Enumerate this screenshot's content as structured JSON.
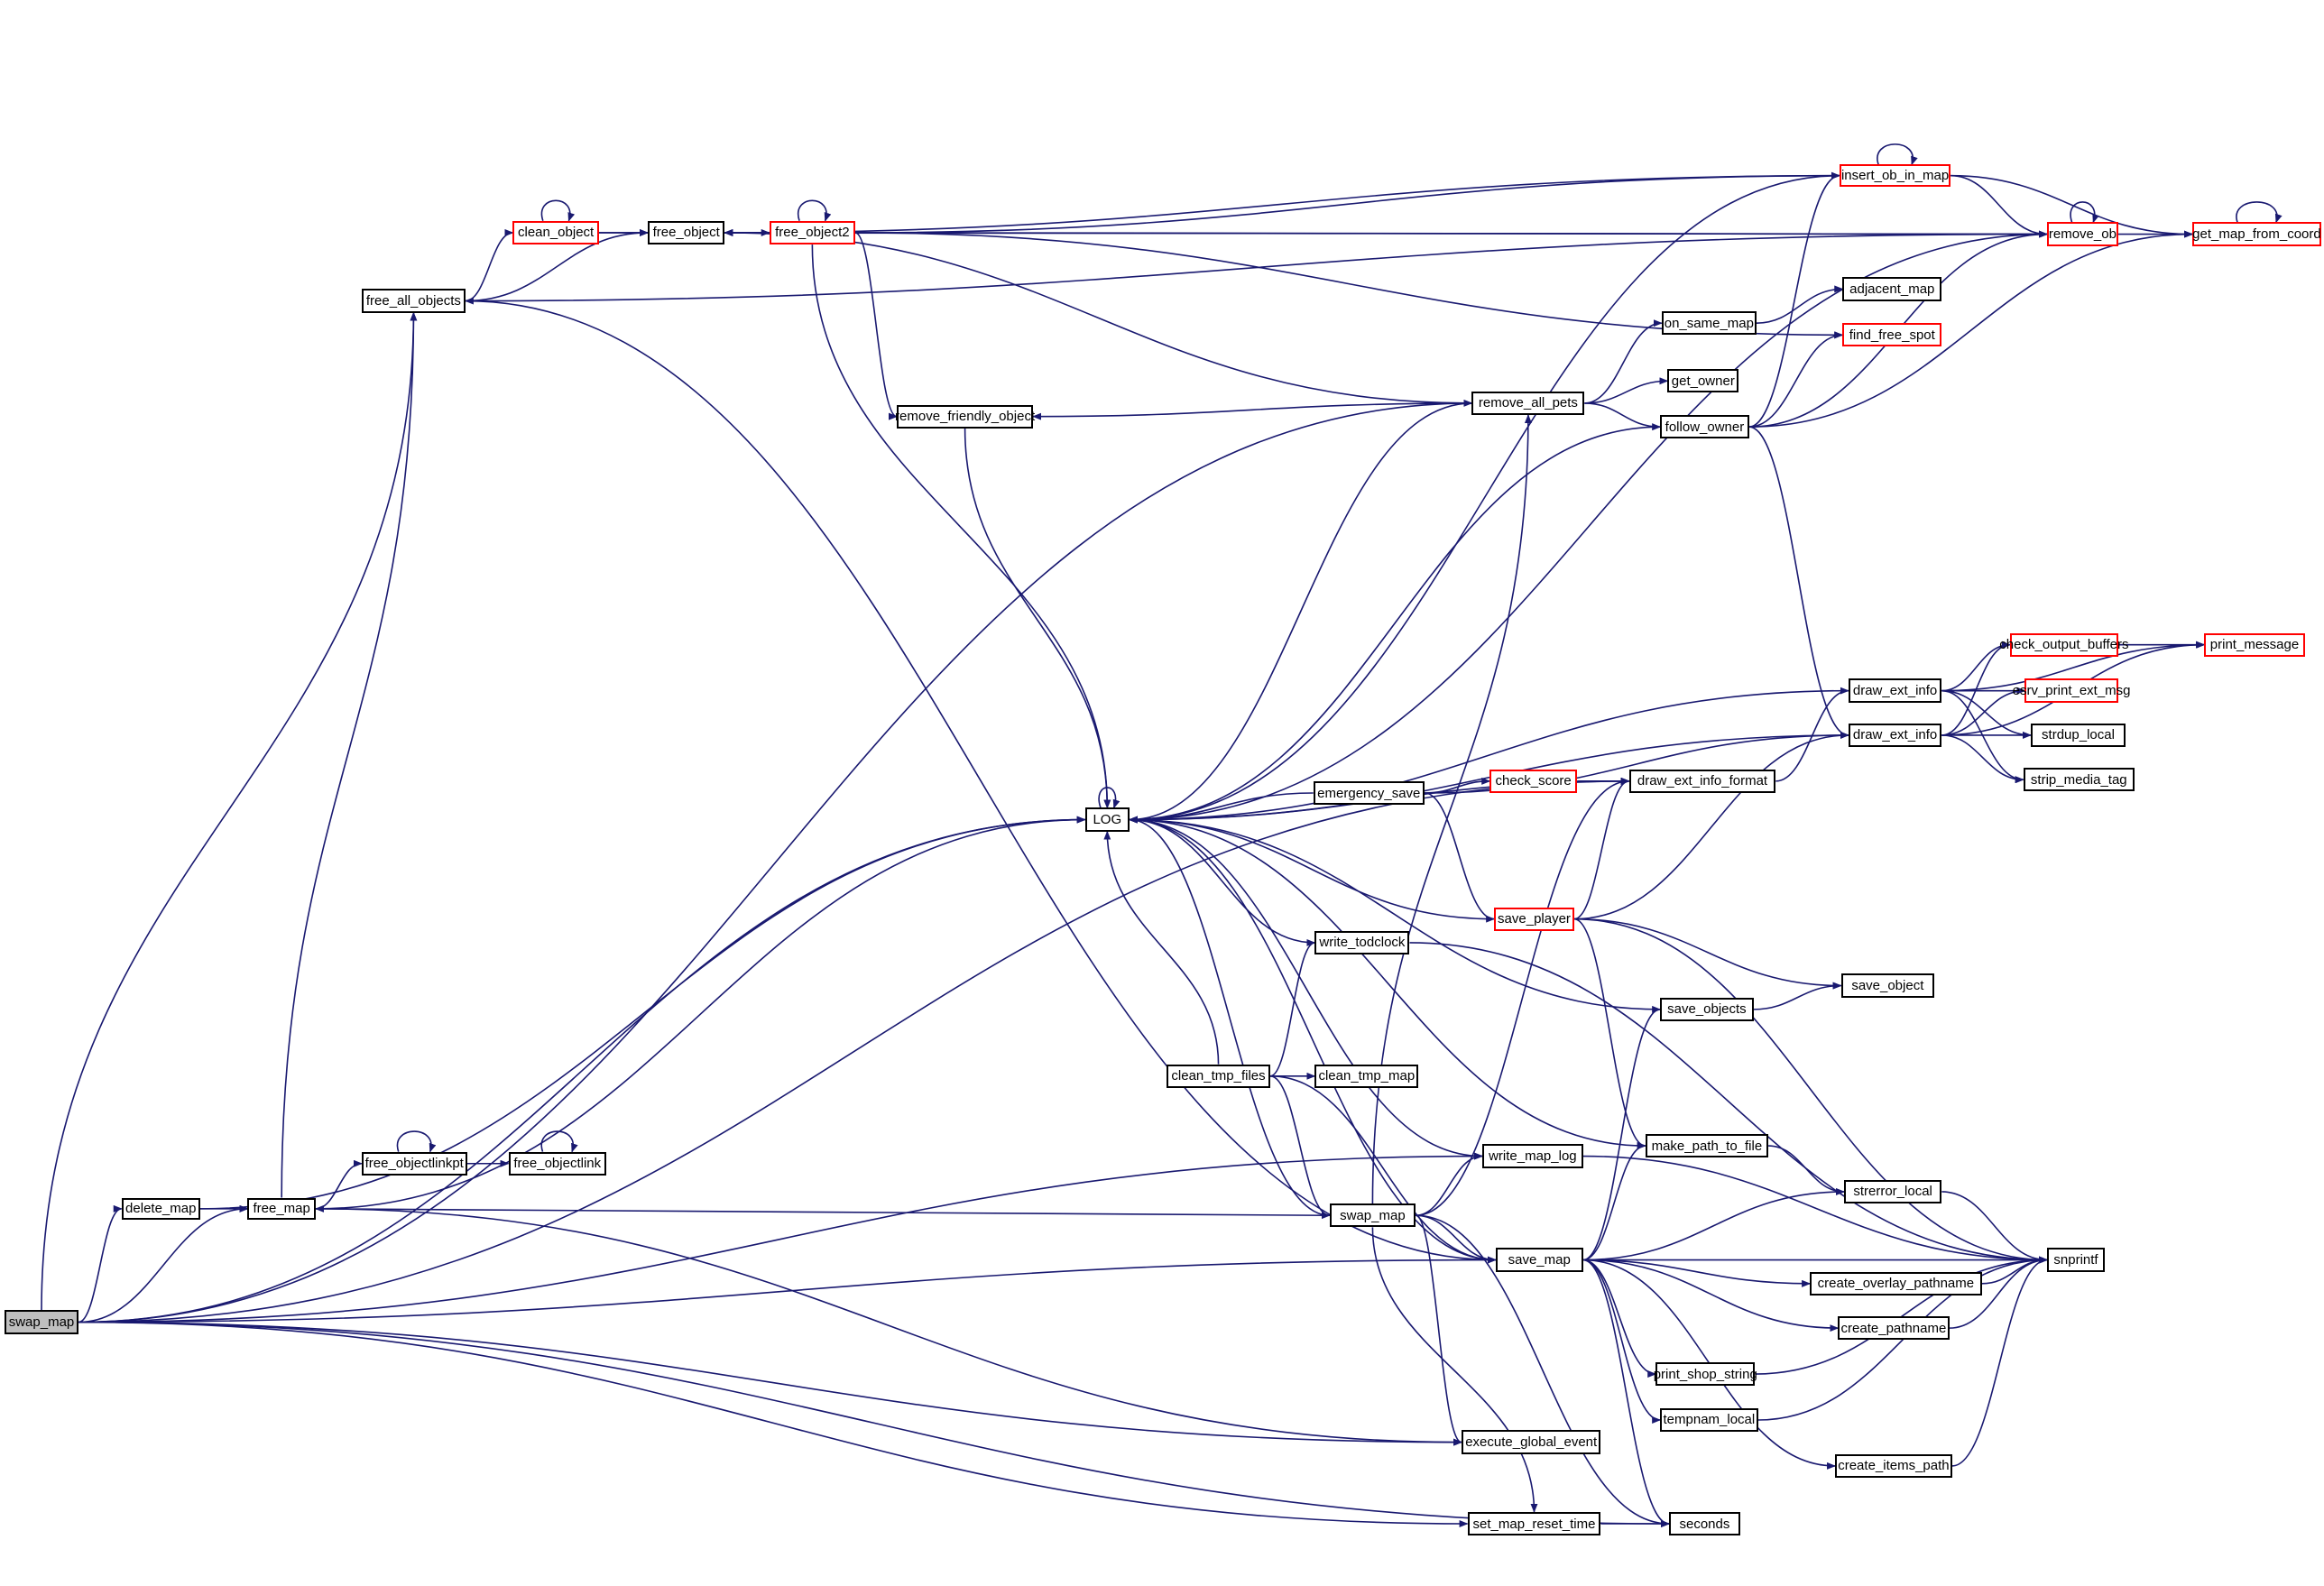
{
  "colors": {
    "edge": "#191970",
    "truncated_border": "#ff0000",
    "normal_border": "#000000",
    "root_fill": "#bfbfbf"
  },
  "nodes": [
    {
      "id": "swap_map_root",
      "label": "swap_map",
      "style": "root"
    },
    {
      "id": "delete_map",
      "label": "delete_map",
      "style": "normal"
    },
    {
      "id": "free_map",
      "label": "free_map",
      "style": "normal"
    },
    {
      "id": "free_all_objects",
      "label": "free_all_objects",
      "style": "normal"
    },
    {
      "id": "clean_object",
      "label": "clean_object",
      "style": "truncated"
    },
    {
      "id": "free_object",
      "label": "free_object",
      "style": "normal"
    },
    {
      "id": "free_object2",
      "label": "free_object2",
      "style": "truncated"
    },
    {
      "id": "remove_friendly_object",
      "label": "remove_friendly_object",
      "style": "normal"
    },
    {
      "id": "LOG",
      "label": "LOG",
      "style": "normal"
    },
    {
      "id": "free_objectlinkpt",
      "label": "free_objectlinkpt",
      "style": "normal"
    },
    {
      "id": "free_objectlink",
      "label": "free_objectlink",
      "style": "normal"
    },
    {
      "id": "insert_ob_in_map",
      "label": "insert_ob_in_map",
      "style": "truncated"
    },
    {
      "id": "remove_ob",
      "label": "remove_ob",
      "style": "truncated"
    },
    {
      "id": "get_map_from_coord",
      "label": "get_map_from_coord",
      "style": "truncated"
    },
    {
      "id": "adjacent_map",
      "label": "adjacent_map",
      "style": "normal"
    },
    {
      "id": "find_free_spot",
      "label": "find_free_spot",
      "style": "truncated"
    },
    {
      "id": "on_same_map",
      "label": "on_same_map",
      "style": "normal"
    },
    {
      "id": "get_owner",
      "label": "get_owner",
      "style": "normal"
    },
    {
      "id": "remove_all_pets",
      "label": "remove_all_pets",
      "style": "normal"
    },
    {
      "id": "follow_owner",
      "label": "follow_owner",
      "style": "normal"
    },
    {
      "id": "draw_ext_info_a",
      "label": "draw_ext_info",
      "style": "normal"
    },
    {
      "id": "draw_ext_info_b",
      "label": "draw_ext_info",
      "style": "normal"
    },
    {
      "id": "check_output_buffers",
      "label": "check_output_buffers",
      "style": "truncated"
    },
    {
      "id": "print_message",
      "label": "print_message",
      "style": "truncated"
    },
    {
      "id": "esrv_print_ext_msg",
      "label": "esrv_print_ext_msg",
      "style": "truncated"
    },
    {
      "id": "strdup_local",
      "label": "strdup_local",
      "style": "normal"
    },
    {
      "id": "strip_media_tag",
      "label": "strip_media_tag",
      "style": "normal"
    },
    {
      "id": "emergency_save",
      "label": "emergency_save",
      "style": "normal"
    },
    {
      "id": "check_score",
      "label": "check_score",
      "style": "truncated"
    },
    {
      "id": "draw_ext_info_format",
      "label": "draw_ext_info_format",
      "style": "normal"
    },
    {
      "id": "save_player",
      "label": "save_player",
      "style": "truncated"
    },
    {
      "id": "write_todclock",
      "label": "write_todclock",
      "style": "normal"
    },
    {
      "id": "save_object",
      "label": "save_object",
      "style": "normal"
    },
    {
      "id": "save_objects",
      "label": "save_objects",
      "style": "normal"
    },
    {
      "id": "clean_tmp_files",
      "label": "clean_tmp_files",
      "style": "normal"
    },
    {
      "id": "clean_tmp_map",
      "label": "clean_tmp_map",
      "style": "normal"
    },
    {
      "id": "write_map_log",
      "label": "write_map_log",
      "style": "normal"
    },
    {
      "id": "make_path_to_file",
      "label": "make_path_to_file",
      "style": "normal"
    },
    {
      "id": "strerror_local",
      "label": "strerror_local",
      "style": "normal"
    },
    {
      "id": "swap_map",
      "label": "swap_map",
      "style": "normal"
    },
    {
      "id": "save_map",
      "label": "save_map",
      "style": "normal"
    },
    {
      "id": "snprintf",
      "label": "snprintf",
      "style": "normal"
    },
    {
      "id": "create_overlay_pathname",
      "label": "create_overlay_pathname",
      "style": "normal"
    },
    {
      "id": "create_pathname",
      "label": "create_pathname",
      "style": "normal"
    },
    {
      "id": "print_shop_string",
      "label": "print_shop_string",
      "style": "normal"
    },
    {
      "id": "tempnam_local",
      "label": "tempnam_local",
      "style": "normal"
    },
    {
      "id": "create_items_path",
      "label": "create_items_path",
      "style": "normal"
    },
    {
      "id": "execute_global_event",
      "label": "execute_global_event",
      "style": "normal"
    },
    {
      "id": "set_map_reset_time",
      "label": "set_map_reset_time",
      "style": "normal"
    },
    {
      "id": "seconds",
      "label": "seconds",
      "style": "normal"
    }
  ],
  "edges": [
    [
      "swap_map_root",
      "delete_map"
    ],
    [
      "swap_map_root",
      "free_map"
    ],
    [
      "swap_map_root",
      "LOG"
    ],
    [
      "swap_map_root",
      "free_all_objects"
    ],
    [
      "swap_map_root",
      "remove_all_pets"
    ],
    [
      "swap_map_root",
      "draw_ext_info_format"
    ],
    [
      "swap_map_root",
      "write_map_log"
    ],
    [
      "swap_map_root",
      "save_map"
    ],
    [
      "swap_map_root",
      "execute_global_event"
    ],
    [
      "swap_map_root",
      "set_map_reset_time"
    ],
    [
      "swap_map_root",
      "seconds"
    ],
    [
      "delete_map",
      "free_map"
    ],
    [
      "delete_map",
      "LOG"
    ],
    [
      "free_map",
      "free_all_objects"
    ],
    [
      "free_map",
      "LOG"
    ],
    [
      "free_map",
      "free_objectlinkpt"
    ],
    [
      "free_map",
      "execute_global_event"
    ],
    [
      "free_all_objects",
      "clean_object"
    ],
    [
      "free_all_objects",
      "free_object"
    ],
    [
      "free_all_objects",
      "remove_ob"
    ],
    [
      "clean_object",
      "free_object"
    ],
    [
      "clean_object",
      "clean_object"
    ],
    [
      "clean_object",
      "remove_ob"
    ],
    [
      "free_objectlinkpt",
      "free_objectlink"
    ],
    [
      "free_objectlinkpt",
      "free_objectlinkpt"
    ],
    [
      "free_objectlink",
      "free_objectlink"
    ],
    [
      "free_object",
      "free_object2"
    ],
    [
      "free_object2",
      "free_object"
    ],
    [
      "free_object2",
      "free_object2"
    ],
    [
      "free_object2",
      "remove_friendly_object"
    ],
    [
      "free_object2",
      "LOG"
    ],
    [
      "free_object2",
      "insert_ob_in_map"
    ],
    [
      "free_object2",
      "remove_ob"
    ],
    [
      "free_object2",
      "find_free_spot"
    ],
    [
      "remove_friendly_object",
      "LOG"
    ],
    [
      "remove_all_pets",
      "remove_friendly_object"
    ],
    [
      "remove_all_pets",
      "free_object"
    ],
    [
      "remove_all_pets",
      "LOG"
    ],
    [
      "remove_all_pets",
      "on_same_map"
    ],
    [
      "remove_all_pets",
      "get_owner"
    ],
    [
      "remove_all_pets",
      "follow_owner"
    ],
    [
      "on_same_map",
      "adjacent_map"
    ],
    [
      "follow_owner",
      "insert_ob_in_map"
    ],
    [
      "follow_owner",
      "find_free_spot"
    ],
    [
      "follow_owner",
      "remove_ob"
    ],
    [
      "follow_owner",
      "get_map_from_coord"
    ],
    [
      "follow_owner",
      "draw_ext_info_b"
    ],
    [
      "follow_owner",
      "LOG"
    ],
    [
      "insert_ob_in_map",
      "insert_ob_in_map"
    ],
    [
      "insert_ob_in_map",
      "remove_ob"
    ],
    [
      "insert_ob_in_map",
      "get_map_from_coord"
    ],
    [
      "insert_ob_in_map",
      "LOG"
    ],
    [
      "insert_ob_in_map",
      "free_object"
    ],
    [
      "remove_ob",
      "remove_ob"
    ],
    [
      "remove_ob",
      "get_map_from_coord"
    ],
    [
      "remove_ob",
      "LOG"
    ],
    [
      "get_map_from_coord",
      "get_map_from_coord"
    ],
    [
      "LOG",
      "LOG"
    ],
    [
      "emergency_save",
      "LOG"
    ],
    [
      "emergency_save",
      "check_score"
    ],
    [
      "emergency_save",
      "draw_ext_info_b"
    ],
    [
      "emergency_save",
      "save_player"
    ],
    [
      "check_score",
      "draw_ext_info_format"
    ],
    [
      "draw_ext_info_format",
      "draw_ext_info_a"
    ],
    [
      "draw_ext_info_format",
      "LOG"
    ],
    [
      "draw_ext_info_a",
      "check_output_buffers"
    ],
    [
      "draw_ext_info_a",
      "esrv_print_ext_msg"
    ],
    [
      "draw_ext_info_a",
      "strdup_local"
    ],
    [
      "draw_ext_info_a",
      "strip_media_tag"
    ],
    [
      "draw_ext_info_a",
      "print_message"
    ],
    [
      "draw_ext_info_a",
      "LOG"
    ],
    [
      "draw_ext_info_b",
      "check_output_buffers"
    ],
    [
      "draw_ext_info_b",
      "esrv_print_ext_msg"
    ],
    [
      "draw_ext_info_b",
      "strdup_local"
    ],
    [
      "draw_ext_info_b",
      "strip_media_tag"
    ],
    [
      "draw_ext_info_b",
      "print_message"
    ],
    [
      "draw_ext_info_b",
      "LOG"
    ],
    [
      "check_output_buffers",
      "print_message"
    ],
    [
      "save_player",
      "LOG"
    ],
    [
      "save_player",
      "draw_ext_info_format"
    ],
    [
      "save_player",
      "draw_ext_info_b"
    ],
    [
      "save_player",
      "save_object"
    ],
    [
      "save_player",
      "make_path_to_file"
    ],
    [
      "save_player",
      "snprintf"
    ],
    [
      "write_todclock",
      "LOG"
    ],
    [
      "write_todclock",
      "snprintf"
    ],
    [
      "save_objects",
      "save_object"
    ],
    [
      "save_objects",
      "LOG"
    ],
    [
      "clean_tmp_files",
      "LOG"
    ],
    [
      "clean_tmp_files",
      "write_todclock"
    ],
    [
      "clean_tmp_files",
      "clean_tmp_map"
    ],
    [
      "clean_tmp_files",
      "swap_map"
    ],
    [
      "clean_tmp_files",
      "save_map"
    ],
    [
      "write_map_log",
      "LOG"
    ],
    [
      "write_map_log",
      "snprintf"
    ],
    [
      "make_path_to_file",
      "strerror_local"
    ],
    [
      "make_path_to_file",
      "LOG"
    ],
    [
      "swap_map",
      "LOG"
    ],
    [
      "swap_map",
      "free_map"
    ],
    [
      "swap_map",
      "remove_all_pets"
    ],
    [
      "swap_map",
      "draw_ext_info_format"
    ],
    [
      "swap_map",
      "write_map_log"
    ],
    [
      "swap_map",
      "save_map"
    ],
    [
      "swap_map",
      "execute_global_event"
    ],
    [
      "swap_map",
      "set_map_reset_time"
    ],
    [
      "swap_map",
      "seconds"
    ],
    [
      "save_map",
      "LOG"
    ],
    [
      "save_map",
      "free_all_objects"
    ],
    [
      "save_map",
      "save_objects"
    ],
    [
      "save_map",
      "make_path_to_file"
    ],
    [
      "save_map",
      "strerror_local"
    ],
    [
      "save_map",
      "snprintf"
    ],
    [
      "save_map",
      "create_overlay_pathname"
    ],
    [
      "save_map",
      "create_pathname"
    ],
    [
      "save_map",
      "print_shop_string"
    ],
    [
      "save_map",
      "tempnam_local"
    ],
    [
      "save_map",
      "create_items_path"
    ],
    [
      "save_map",
      "seconds"
    ],
    [
      "strerror_local",
      "snprintf"
    ],
    [
      "create_overlay_pathname",
      "snprintf"
    ],
    [
      "create_pathname",
      "snprintf"
    ],
    [
      "print_shop_string",
      "snprintf"
    ],
    [
      "tempnam_local",
      "snprintf"
    ],
    [
      "create_items_path",
      "snprintf"
    ],
    [
      "set_map_reset_time",
      "seconds"
    ]
  ]
}
